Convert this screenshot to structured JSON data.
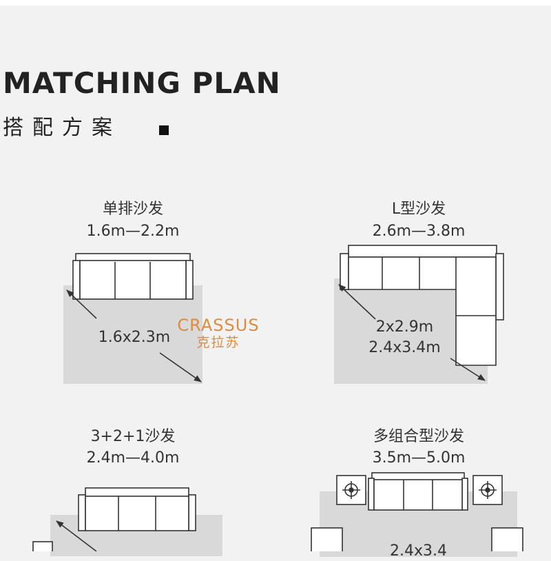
{
  "header": {
    "title": "MATCHING PLAN",
    "subtitle": "搭配方案"
  },
  "watermark": {
    "brand": "CRASSUS",
    "brand_cn": "克拉苏",
    "color": "#e08a3c"
  },
  "plans": [
    {
      "name": "单排沙发",
      "size_range": "1.6m—2.2m",
      "rug_sizes": [
        "1.6x2.3m"
      ]
    },
    {
      "name": "L型沙发",
      "size_range": "2.6m—3.8m",
      "rug_sizes": [
        "2x2.9m",
        "2.4x3.4m"
      ]
    },
    {
      "name": "3+2+1沙发",
      "size_range": "2.4m—4.0m",
      "rug_sizes": []
    },
    {
      "name": "多组合型沙发",
      "size_range": "3.5m—5.0m",
      "rug_sizes": [
        "2.4x3.4"
      ]
    }
  ],
  "colors": {
    "background": "#f2f2f2",
    "rug": "#d9d9d9",
    "line": "#333333"
  }
}
